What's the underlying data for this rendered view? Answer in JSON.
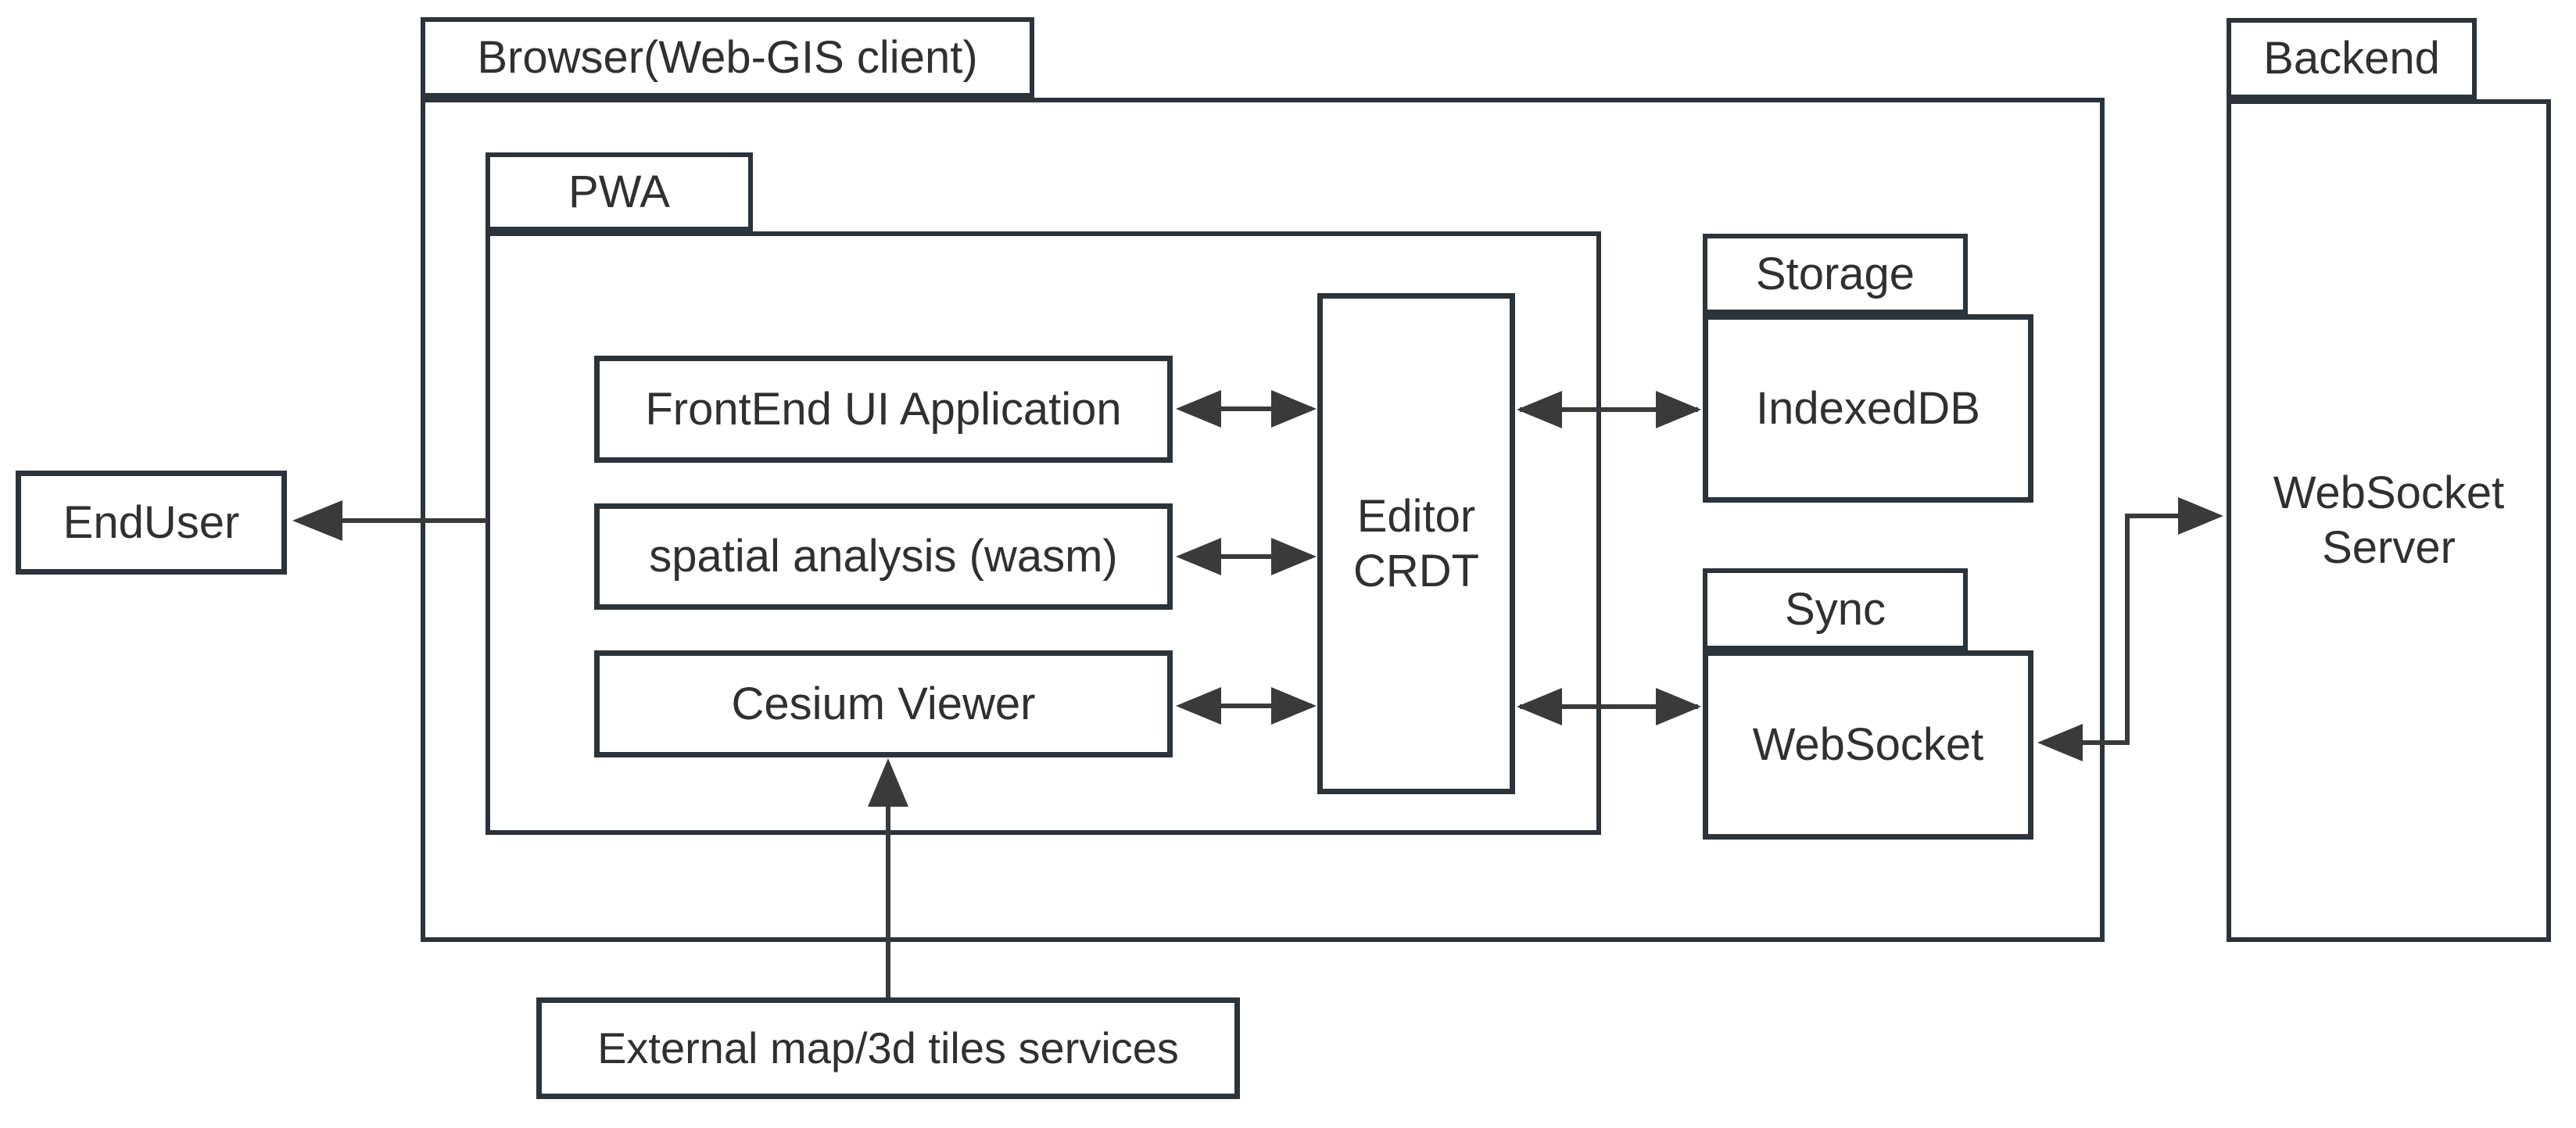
{
  "diagram": {
    "containers": {
      "browser": {
        "label": "Browser(Web-GIS client)"
      },
      "pwa": {
        "label": "PWA"
      },
      "storage": {
        "label": "Storage"
      },
      "sync": {
        "label": "Sync"
      },
      "backend": {
        "label": "Backend"
      }
    },
    "nodes": {
      "enduser": {
        "label": "EndUser"
      },
      "frontend": {
        "label": "FrontEnd UI Application"
      },
      "spatial": {
        "label": "spatial analysis (wasm)"
      },
      "cesium": {
        "label": "Cesium Viewer"
      },
      "editor": {
        "label_line1": "Editor",
        "label_line2": "CRDT"
      },
      "indexeddb": {
        "label": "IndexedDB"
      },
      "websocket": {
        "label": "WebSocket"
      },
      "websocket_server": {
        "label_line1": "WebSocket",
        "label_line2": "Server"
      },
      "external": {
        "label": "External map/3d tiles services"
      }
    },
    "edges": [
      {
        "id": "browser-to-enduser",
        "from": "browser",
        "to": "enduser",
        "direction": "one-way"
      },
      {
        "id": "frontend-editor",
        "from": "frontend",
        "to": "editor",
        "direction": "two-way"
      },
      {
        "id": "spatial-editor",
        "from": "spatial",
        "to": "editor",
        "direction": "two-way"
      },
      {
        "id": "cesium-editor",
        "from": "cesium",
        "to": "editor",
        "direction": "two-way"
      },
      {
        "id": "editor-indexeddb",
        "from": "editor",
        "to": "indexeddb",
        "direction": "two-way"
      },
      {
        "id": "editor-websocket",
        "from": "editor",
        "to": "websocket",
        "direction": "two-way"
      },
      {
        "id": "websocketserver-websocket",
        "from": "websocket_server",
        "to": "websocket",
        "direction": "two-way"
      },
      {
        "id": "external-cesium",
        "from": "external",
        "to": "cesium",
        "direction": "one-way"
      }
    ]
  },
  "colors": {
    "border": "#2b333b",
    "arrow": "#3a3a3a",
    "text": "#303030",
    "background": "#ffffff"
  }
}
